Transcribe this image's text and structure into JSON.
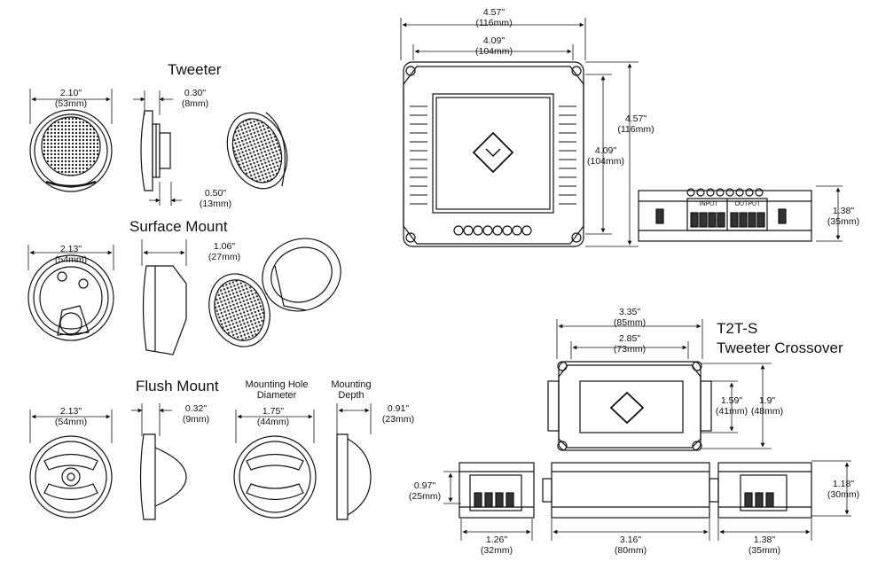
{
  "sections": {
    "tweeter": "Tweeter",
    "surface": "Surface Mount",
    "flush": "Flush Mount",
    "crossover_model": "T2T-S",
    "crossover_name": "Tweeter Crossover"
  },
  "sub_labels": {
    "hole_diameter": "Mounting Hole Diameter",
    "depth": "Mounting Depth"
  },
  "dims": {
    "tw_diam": [
      "2.10\"",
      "(53mm)"
    ],
    "tw_depth": [
      "0.30\"",
      "(8mm)"
    ],
    "tw_flange": [
      "0.50\"",
      "(13mm)"
    ],
    "sm_diam": [
      "2.13\"",
      "(54mm)"
    ],
    "sm_depth": [
      "1.06\"",
      "(27mm)"
    ],
    "fm_diam": [
      "2.13\"",
      "(54mm)"
    ],
    "fm_depth": [
      "0.32\"",
      "(9mm)"
    ],
    "fm_hole": [
      "1.75\"",
      "(44mm)"
    ],
    "fm_mdepth": [
      "0.91\"",
      "(23mm)"
    ],
    "amp_w_outer": [
      "4.57\"",
      "(116mm)"
    ],
    "amp_w_inner": [
      "4.09\"",
      "(104mm)"
    ],
    "amp_h_outer": [
      "4.57\"",
      "(116mm)"
    ],
    "amp_h_inner": [
      "4.09\"",
      "(104mm)"
    ],
    "amp_height": [
      "1.38\"",
      "(35mm)"
    ],
    "xo_w_outer": [
      "3.35\"",
      "(85mm)"
    ],
    "xo_w_inner": [
      "2.85\"",
      "(73mm)"
    ],
    "xo_h_inner": [
      "1.59\"",
      "(41mm)"
    ],
    "xo_h_outer": [
      "1.9\"",
      "(48mm)"
    ],
    "xo_end_h": [
      "0.97\"",
      "(25mm)"
    ],
    "xo_end_w": [
      "1.26\"",
      "(32mm)"
    ],
    "xo_side_w": [
      "3.16\"",
      "(80mm)"
    ],
    "xo_end2_h": [
      "1.18\"",
      "(30mm)"
    ],
    "xo_end2_w": [
      "1.38\"",
      "(35mm)"
    ]
  },
  "panel_labels": {
    "input": "INPUT",
    "output": "OUTPUT"
  }
}
